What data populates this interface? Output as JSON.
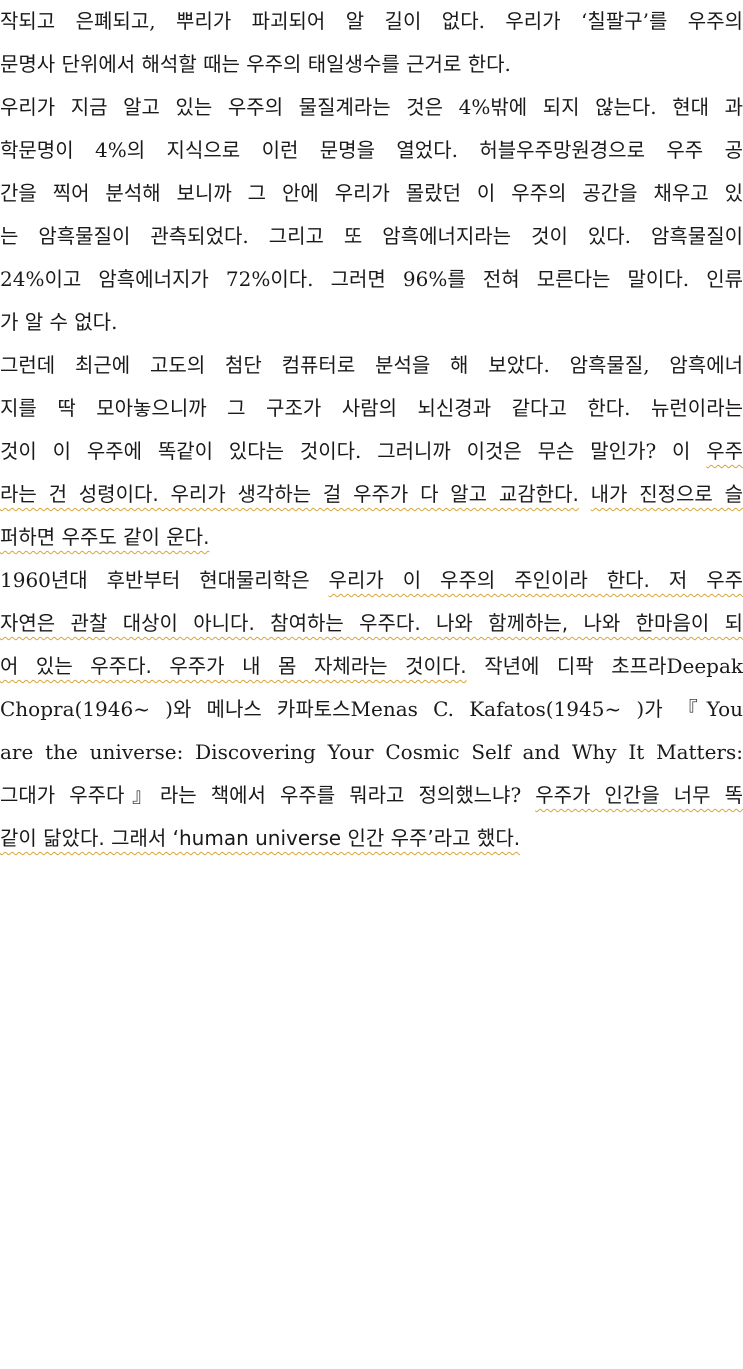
{
  "lines": [
    [
      "작되고 은폐되고, 뿌리가 파괴되어 알 길이 없다. 우리가 ‘칠팔구’를 우주의"
    ],
    [
      "문명사 단위에서 해석할 때는 우주의 태일생수를 근거로 한다."
    ],
    [
      "우리가 지금 알고 있는 우주의 물질계라는 것은 4%밖에 되지 않는다. 현대 과"
    ],
    [
      "학문명이 4%의 지식으로 이런 문명을 열었다. 허블우주망원경으로 우주 공"
    ],
    [
      "간을 찍어 분석해 보니까 그 안에 우리가 몰랐던 이 우주의 공간을 채우고 있"
    ],
    [
      "는 암흑물질이 관측되었다. 그리고 또 암흑에너지라는 것이 있다. 암흑물질이"
    ],
    [
      "24%이고 암흑에너지가 72%이다. 그러면 96%를 전혀 모른다는 말이다. 인류"
    ],
    [
      "가 알 수 없다."
    ],
    [
      "그런데 최근에 고도의 첨단 컴퓨터로 분석을 해 보았다. 암흑물질, 암흑에너"
    ],
    [
      "지를 딱 모아놓으니까 그 구조가 사람의 뇌신경과 같다고 한다. 뉴런이라는"
    ],
    [
      "것이 이 우주에 똑같이 있다는 것이다. 그러니까 이것은 무슨 말인가? 이 ",
      "우주"
    ],
    [
      "라는 건 성령이다. 우리가 생각하는 걸 우주가 다 알고 교감한다.",
      " ",
      "내가 진정으로 슬"
    ],
    [
      "퍼하면 우주도 같이 운다."
    ],
    [
      "1960년대 후반부터 현대물리학은 ",
      "우리가 이 우주의 주인이라 한다. 저 우주"
    ],
    [
      "자연은 관찰 대상이 아니다. 참여하는 우주다. 나와 함께하는, 나와 한마음이 되"
    ],
    [
      "어 있는 우주다. 우주가 내 몸 자체라는 것이다.",
      " 작년에 디팍 초프라Deepak"
    ],
    [
      "Chopra(1946~ )와 메나스 카파토스Menas C. Kafatos(1945~ )가 『You"
    ],
    [
      "are the universe: Discovering Your Cosmic Self and Why It Matters:"
    ],
    [
      "그대가 우주다』라는 책에서 우주를 뭐라고 정의했느냐? ",
      "우주가 인간을 너무 똑"
    ],
    [
      "같이 닮았다. 그래서 ‘human universe 인간 우주’라고 했다."
    ]
  ],
  "highlight_color": "#d6a53b",
  "text_color": "#1a1a1a"
}
